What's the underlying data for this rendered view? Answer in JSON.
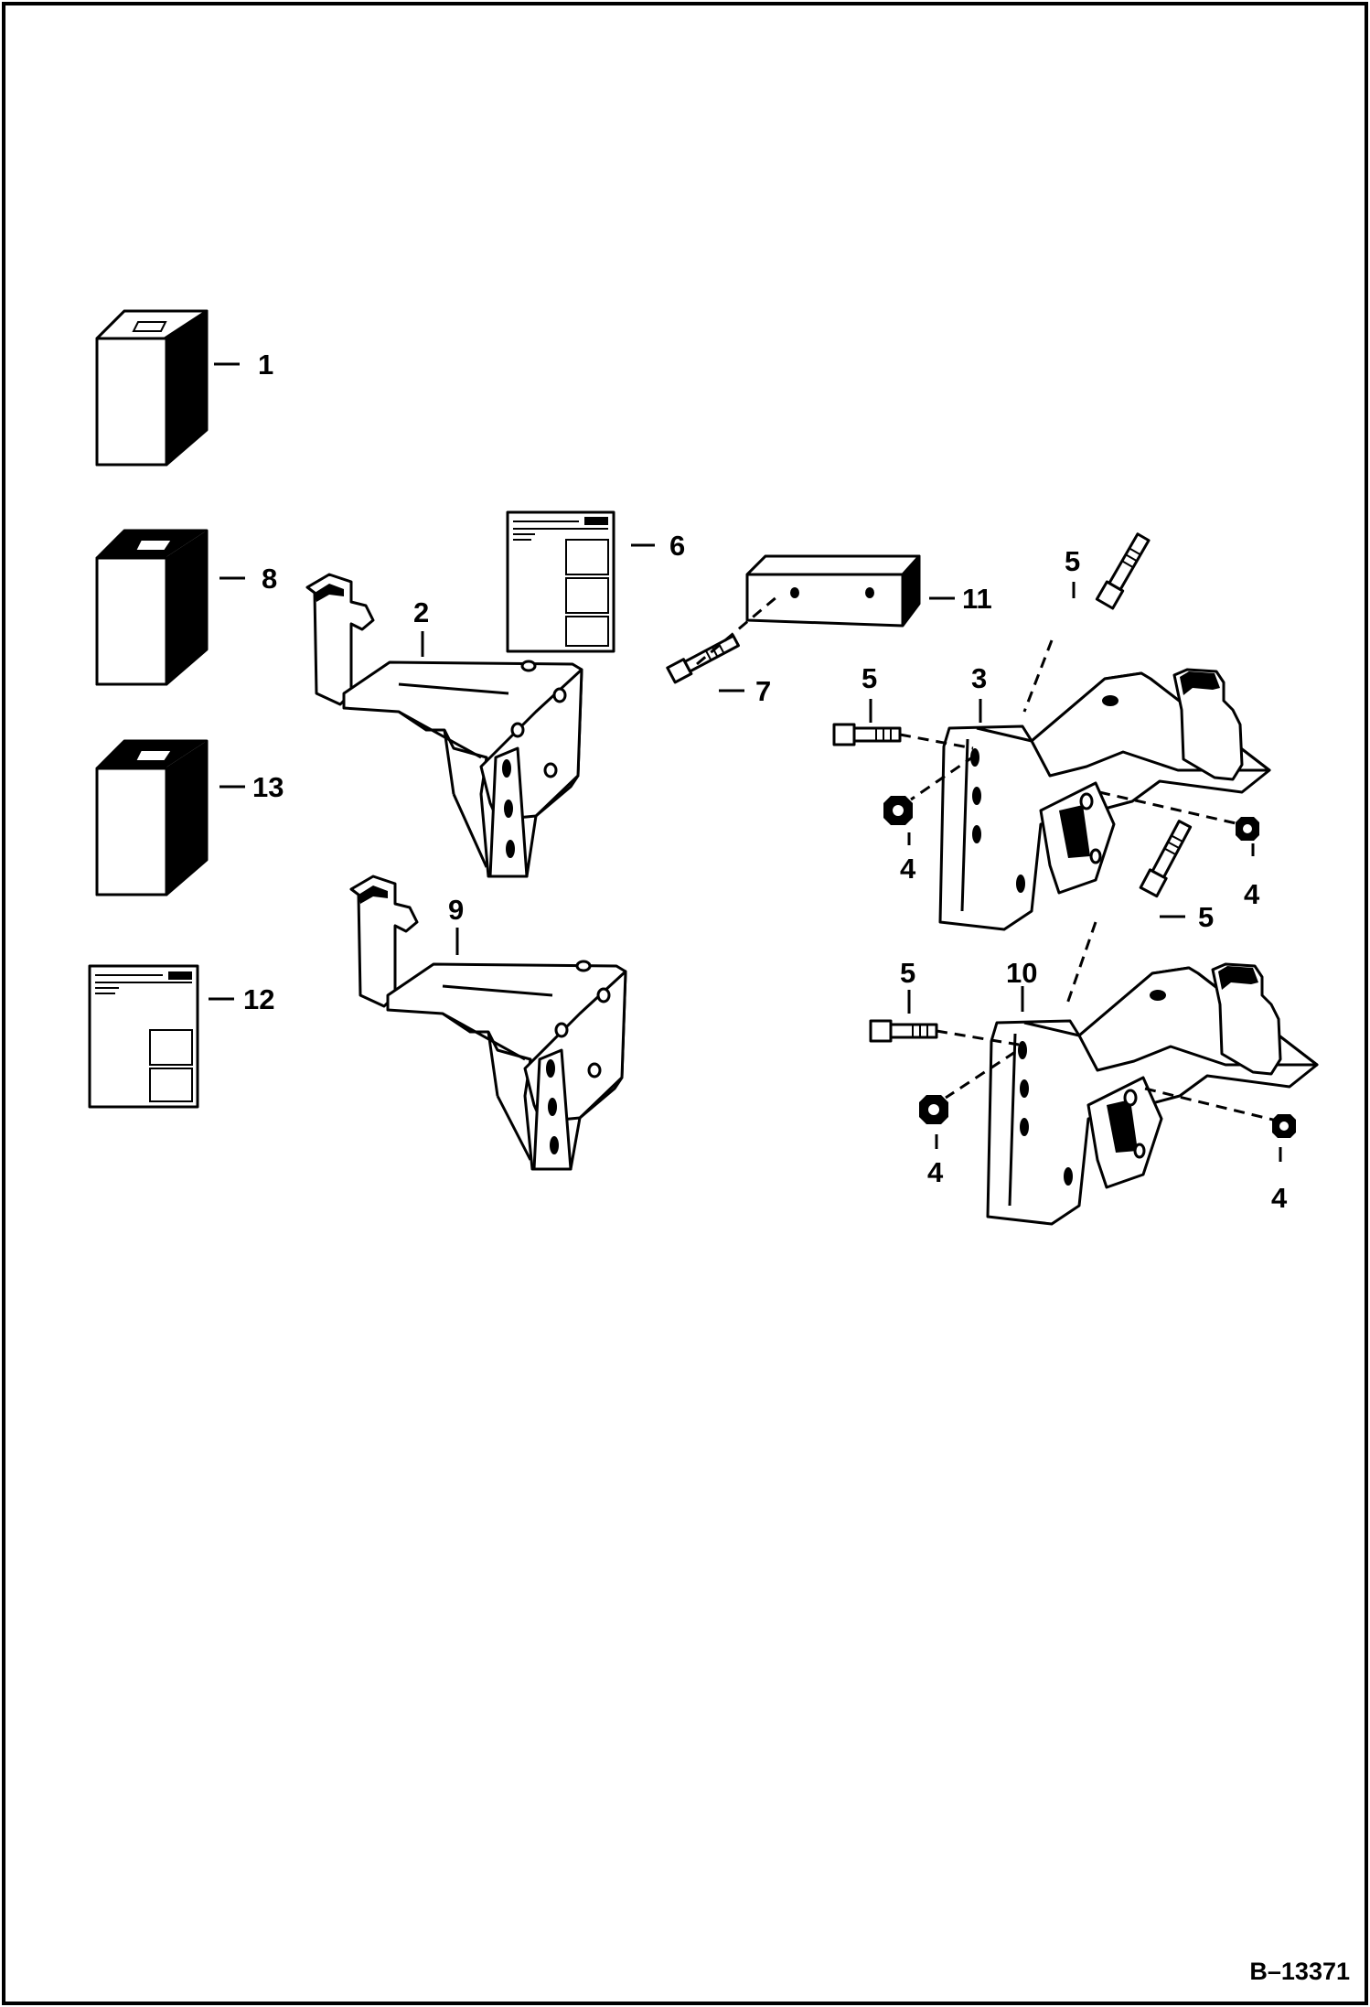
{
  "figure_id": "B–13371",
  "callouts": {
    "c1": "1",
    "c2": "2",
    "c3": "3",
    "c4a": "4",
    "c4b": "4",
    "c4c": "4",
    "c4d": "4",
    "c5a": "5",
    "c5b": "5",
    "c5c": "5",
    "c5d": "5",
    "c6": "6",
    "c7": "7",
    "c8": "8",
    "c9": "9",
    "c10": "10",
    "c11": "11",
    "c12": "12",
    "c13": "13"
  }
}
